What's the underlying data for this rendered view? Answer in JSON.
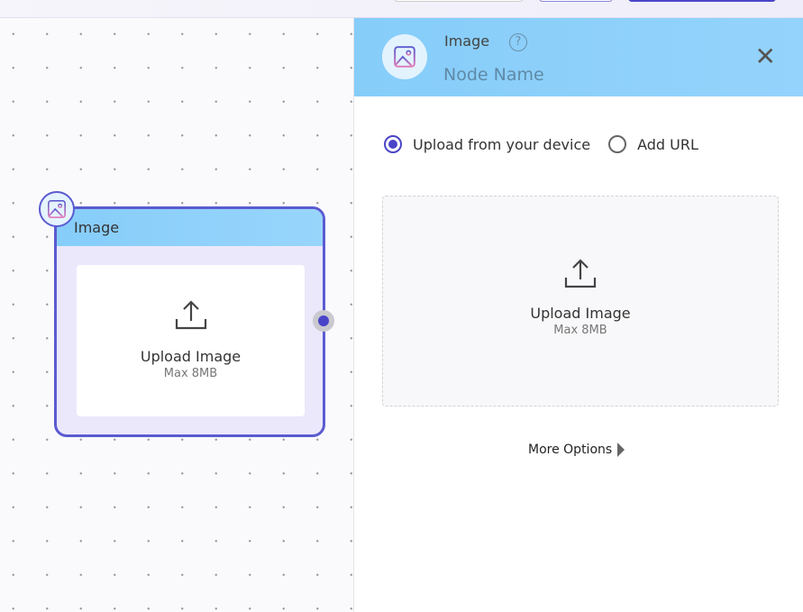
{
  "node": {
    "title": "Image",
    "upload_label": "Upload Image",
    "upload_limit": "Max 8MB"
  },
  "panel": {
    "title": "Image",
    "name_placeholder": "Node Name",
    "options": [
      "Upload from your device",
      "Add URL"
    ],
    "selected_option": "Upload from your device",
    "upload_label": "Upload Image",
    "upload_limit": "Max 8MB",
    "more_options": "More Options"
  },
  "colors": {
    "accent": "#4a45c8",
    "header": "#86cdfa",
    "node_bg": "#ebe8fb"
  }
}
